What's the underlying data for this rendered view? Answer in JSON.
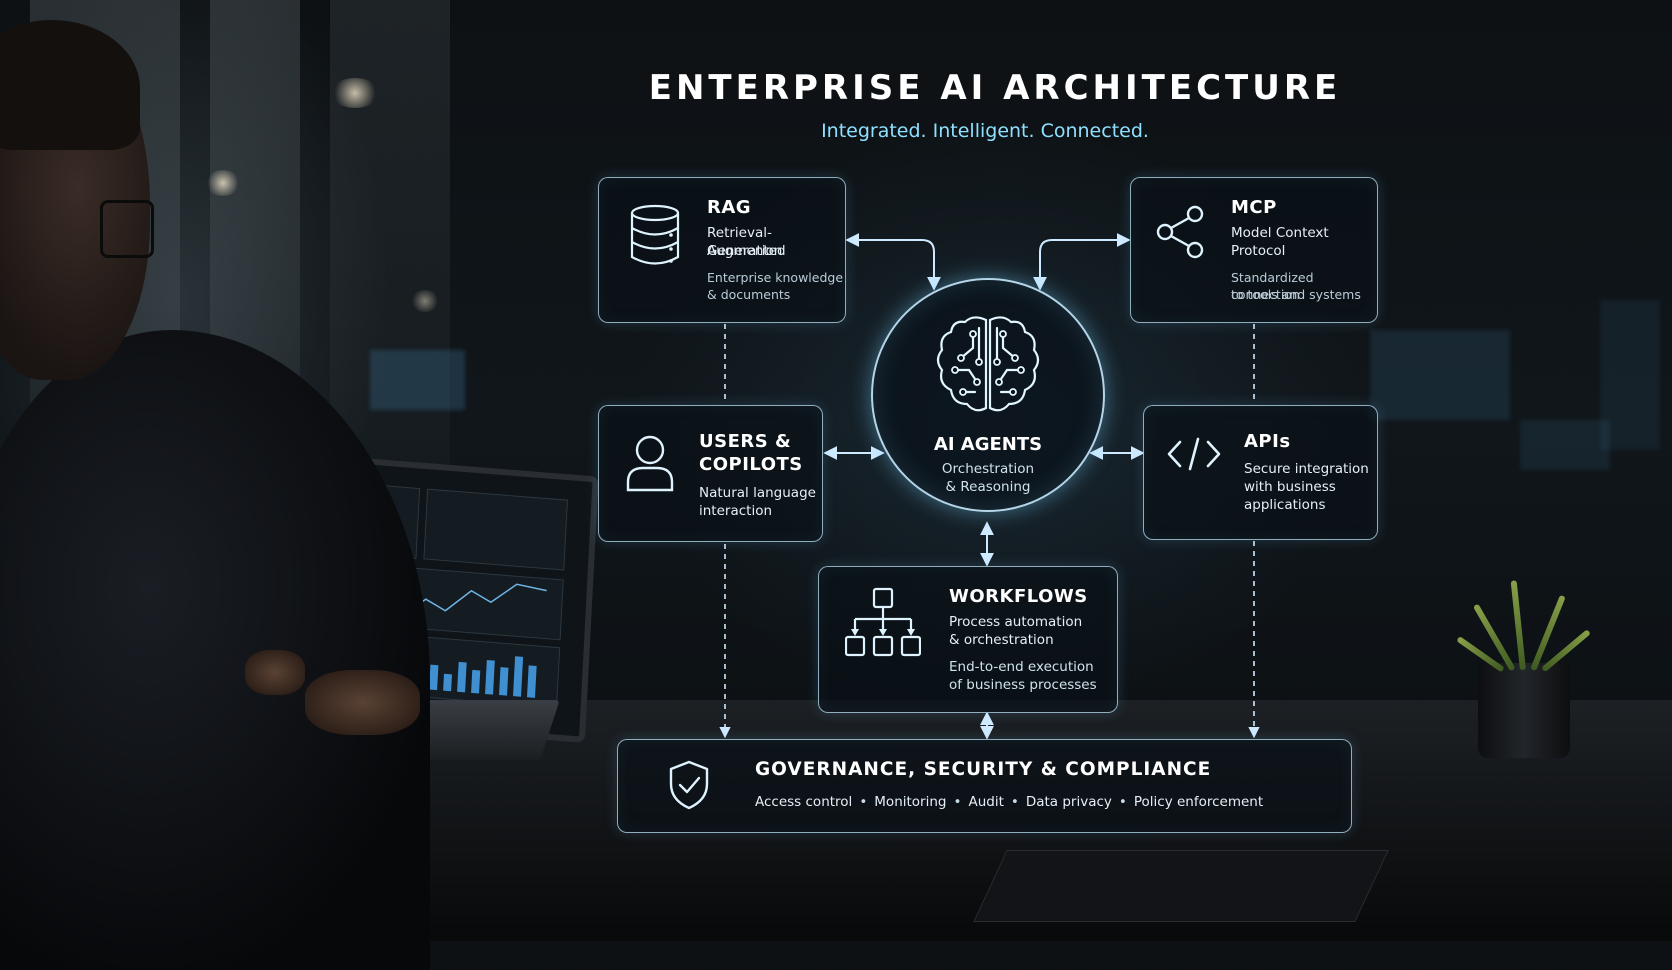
{
  "header": {
    "title": "ENTERPRISE AI ARCHITECTURE",
    "subtitle": "Integrated. Intelligent. Connected."
  },
  "hub": {
    "title": "AI AGENTS",
    "sub_line1": "Orchestration",
    "sub_line2": "& Reasoning",
    "icon": "brain-circuit-icon"
  },
  "nodes": {
    "rag": {
      "title": "RAG",
      "sub_line1": "Retrieval-Augmented",
      "sub_line2": "Generation",
      "desc_line1": "Enterprise knowledge",
      "desc_line2": "& documents",
      "icon": "database-icon"
    },
    "mcp": {
      "title": "MCP",
      "sub_line1": "Model Context",
      "sub_line2": "Protocol",
      "desc_line1": "Standardized connection",
      "desc_line2": "to tools and systems",
      "icon": "share-nodes-icon"
    },
    "users": {
      "title_line1": "USERS &",
      "title_line2": "COPILOTS",
      "sub_line1": "Natural language",
      "sub_line2": "interaction",
      "icon": "user-icon"
    },
    "apis": {
      "title": "APIs",
      "sub_line1": "Secure integration",
      "sub_line2": "with business",
      "sub_line3": "applications",
      "icon": "code-brackets-icon"
    },
    "workflows": {
      "title": "WORKFLOWS",
      "sub_line1": "Process automation",
      "sub_line2": "& orchestration",
      "desc_line1": "End-to-end execution",
      "desc_line2": "of business processes",
      "icon": "org-chart-icon"
    }
  },
  "governance": {
    "title": "GOVERNANCE, SECURITY & COMPLIANCE",
    "items": [
      "Access control",
      "Monitoring",
      "Audit",
      "Data privacy",
      "Policy enforcement"
    ],
    "separator": "•",
    "icon": "shield-check-icon"
  },
  "colors": {
    "accent": "#8ee0ff",
    "line": "#cfeaff",
    "box_border": "#bee1f5",
    "background": "#0d1114"
  }
}
